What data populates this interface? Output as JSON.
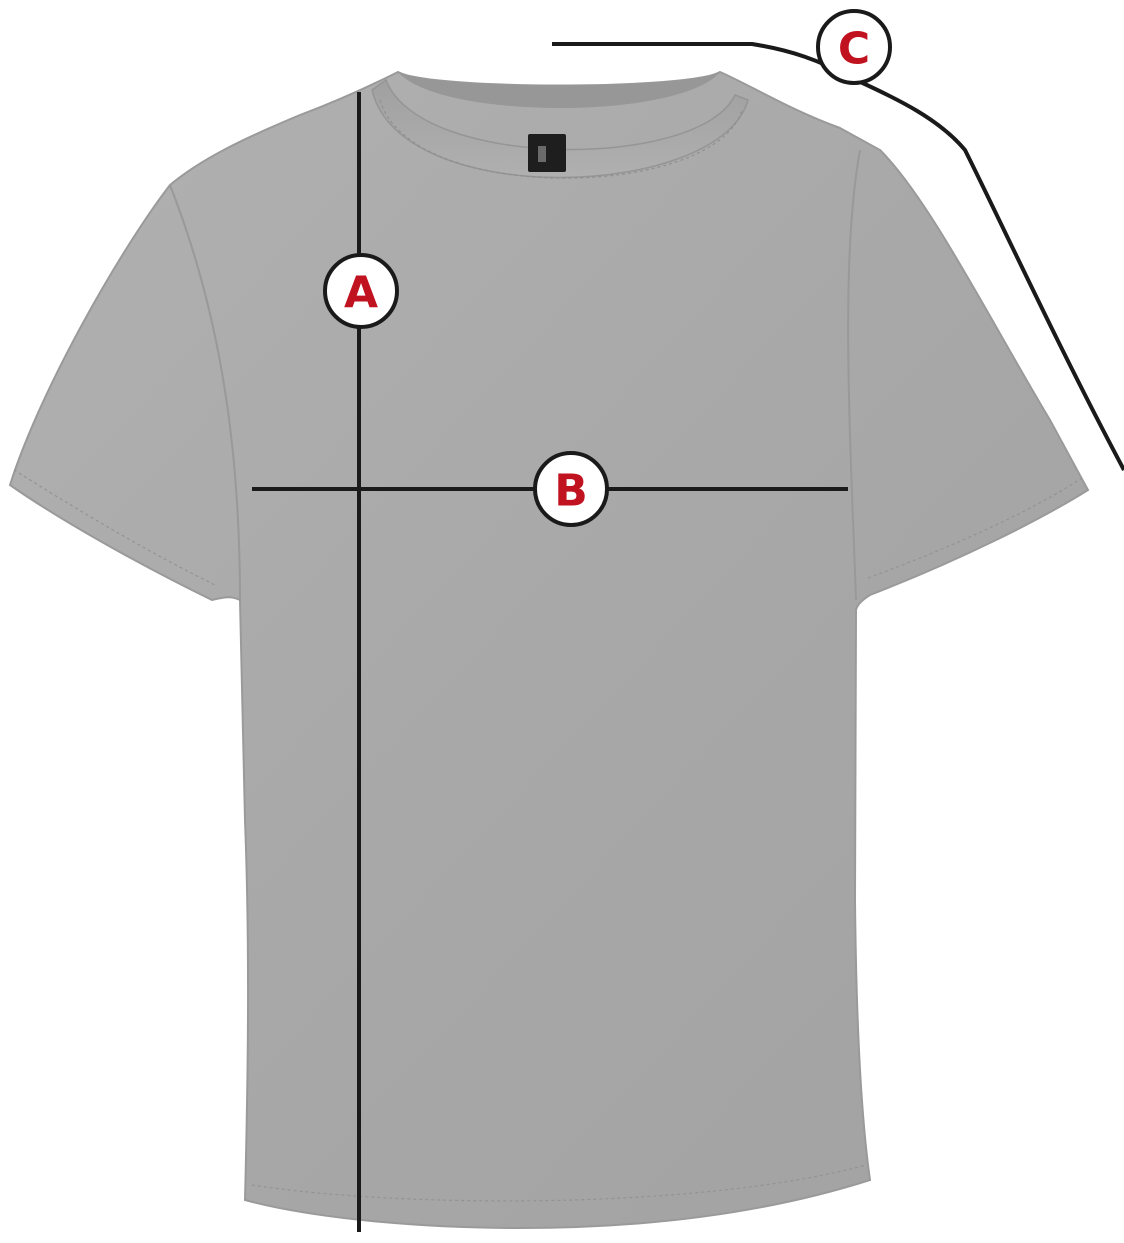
{
  "colors": {
    "background": "#ffffff",
    "shirt": "#a9a9a9",
    "shirt_shadow": "#9c9c9c",
    "shirt_highlight": "#b3b3b3",
    "line": "#1a1a1a",
    "marker_text": "#c1121f",
    "marker_fill": "#ffffff",
    "tag": "#1e1e1e"
  },
  "markers": {
    "a": "A",
    "b": "B",
    "c": "C"
  },
  "icons": {
    "shirt": "t-shirt-icon"
  }
}
